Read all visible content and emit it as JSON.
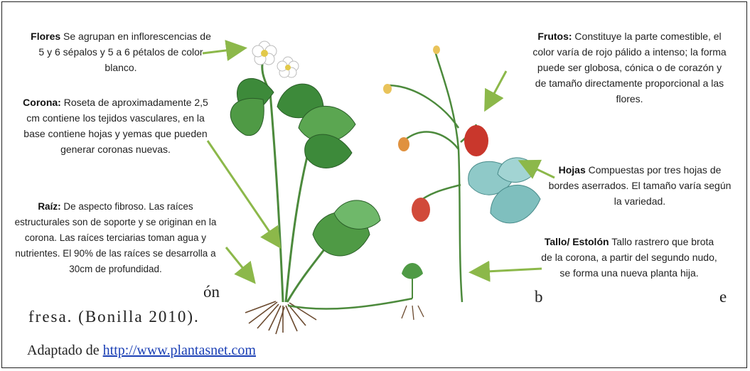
{
  "annotations": {
    "flores": {
      "title": "Flores",
      "text": " Se agrupan en inflorescencias de 5 y 6 sépalos y 5 a 6 pétalos de color blanco."
    },
    "corona": {
      "title": "Corona:",
      "text": " Roseta de aproximadamente 2,5 cm contiene los tejidos vasculares, en la base contiene hojas y yemas que pueden generar coronas nuevas."
    },
    "raiz": {
      "title": "Raíz:",
      "text": " De aspecto fibroso. Las raíces estructurales son de soporte y se originan en la corona. Las raíces terciarias toman agua y nutrientes. El 90% de las raíces se desarrolla a 30cm de profundidad."
    },
    "frutos": {
      "title": "Frutos:",
      "text": " Constituye la parte comestible, el color varía de rojo pálido a intenso; la forma puede ser globosa, cónica o de corazón y de tamaño directamente proporcional a las flores."
    },
    "hojas": {
      "title": "Hojas",
      "text": " Compuestas por tres hojas de bordes aserrados. El tamaño varía según la variedad."
    },
    "tallo": {
      "title": "Tallo/ Estolón",
      "text": " Tallo rastrero que brota de la corona, a partir del segundo nudo, se forma una nueva planta hija."
    }
  },
  "caption_fragment": "ón",
  "caption": "fresa. (Bonilla 2010).",
  "left_fragment": "b",
  "right_fragment": "e",
  "source": {
    "prefix": "Adaptado de ",
    "link": "http://www.plantasnet.com"
  },
  "colors": {
    "arrow": "#8cb84a",
    "leaf": "#3d8a3a",
    "leaf_light": "#6fb86a",
    "berry": "#c9372c",
    "leaf_blue": "#8fc9c8"
  }
}
